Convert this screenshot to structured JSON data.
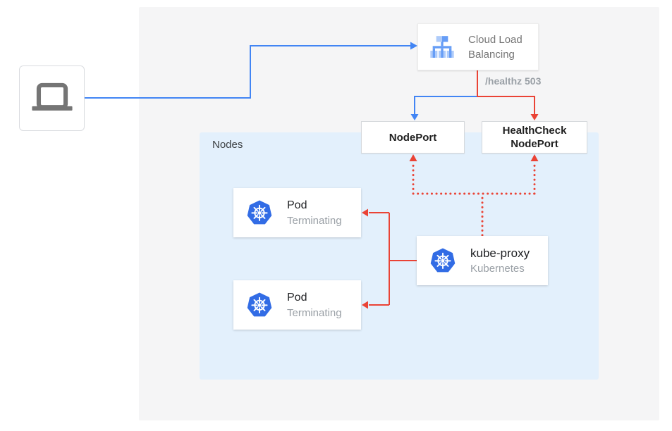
{
  "colors": {
    "blue": "#4285f4",
    "red": "#ea4335",
    "background_panel": "#f5f5f6",
    "nodes_panel": "#e3f0fc",
    "kubernetes_blue": "#326ce5",
    "icon_light_blue": "#aecbfa",
    "icon_medium_blue": "#669df6",
    "laptop_gray": "#757575"
  },
  "icons": {
    "client": "laptop-icon",
    "cloud_load_balancing": "cloud-load-balancing-icon",
    "pod": "kubernetes-helm-icon",
    "kube_proxy": "kubernetes-helm-icon"
  },
  "nodes_panel": {
    "label": "Nodes"
  },
  "cloud_load_balancing": {
    "line1": "Cloud Load",
    "line2": "Balancing"
  },
  "nodeport": {
    "label": "NodePort"
  },
  "healthcheck_nodeport": {
    "line1": "HealthCheck",
    "line2": "NodePort"
  },
  "pods": [
    {
      "title": "Pod",
      "status": "Terminating"
    },
    {
      "title": "Pod",
      "status": "Terminating"
    }
  ],
  "kube_proxy": {
    "title": "kube-proxy",
    "subtitle": "Kubernetes"
  },
  "edges": {
    "healthz_label": "/healthz 503",
    "connections": [
      {
        "from": "client",
        "to": "cloud-load-balancing",
        "color": "blue",
        "style": "solid"
      },
      {
        "from": "cloud-load-balancing",
        "to": "nodeport",
        "color": "blue",
        "style": "solid"
      },
      {
        "from": "cloud-load-balancing",
        "to": "healthcheck-nodeport",
        "color": "red",
        "style": "solid",
        "label": "/healthz 503"
      },
      {
        "from": "kube-proxy",
        "to": "pod-1",
        "color": "red",
        "style": "solid"
      },
      {
        "from": "kube-proxy",
        "to": "pod-2",
        "color": "red",
        "style": "solid"
      },
      {
        "from": "kube-proxy",
        "to": "nodeport",
        "color": "red",
        "style": "dotted"
      },
      {
        "from": "kube-proxy",
        "to": "healthcheck-nodeport",
        "color": "red",
        "style": "dotted"
      }
    ]
  }
}
